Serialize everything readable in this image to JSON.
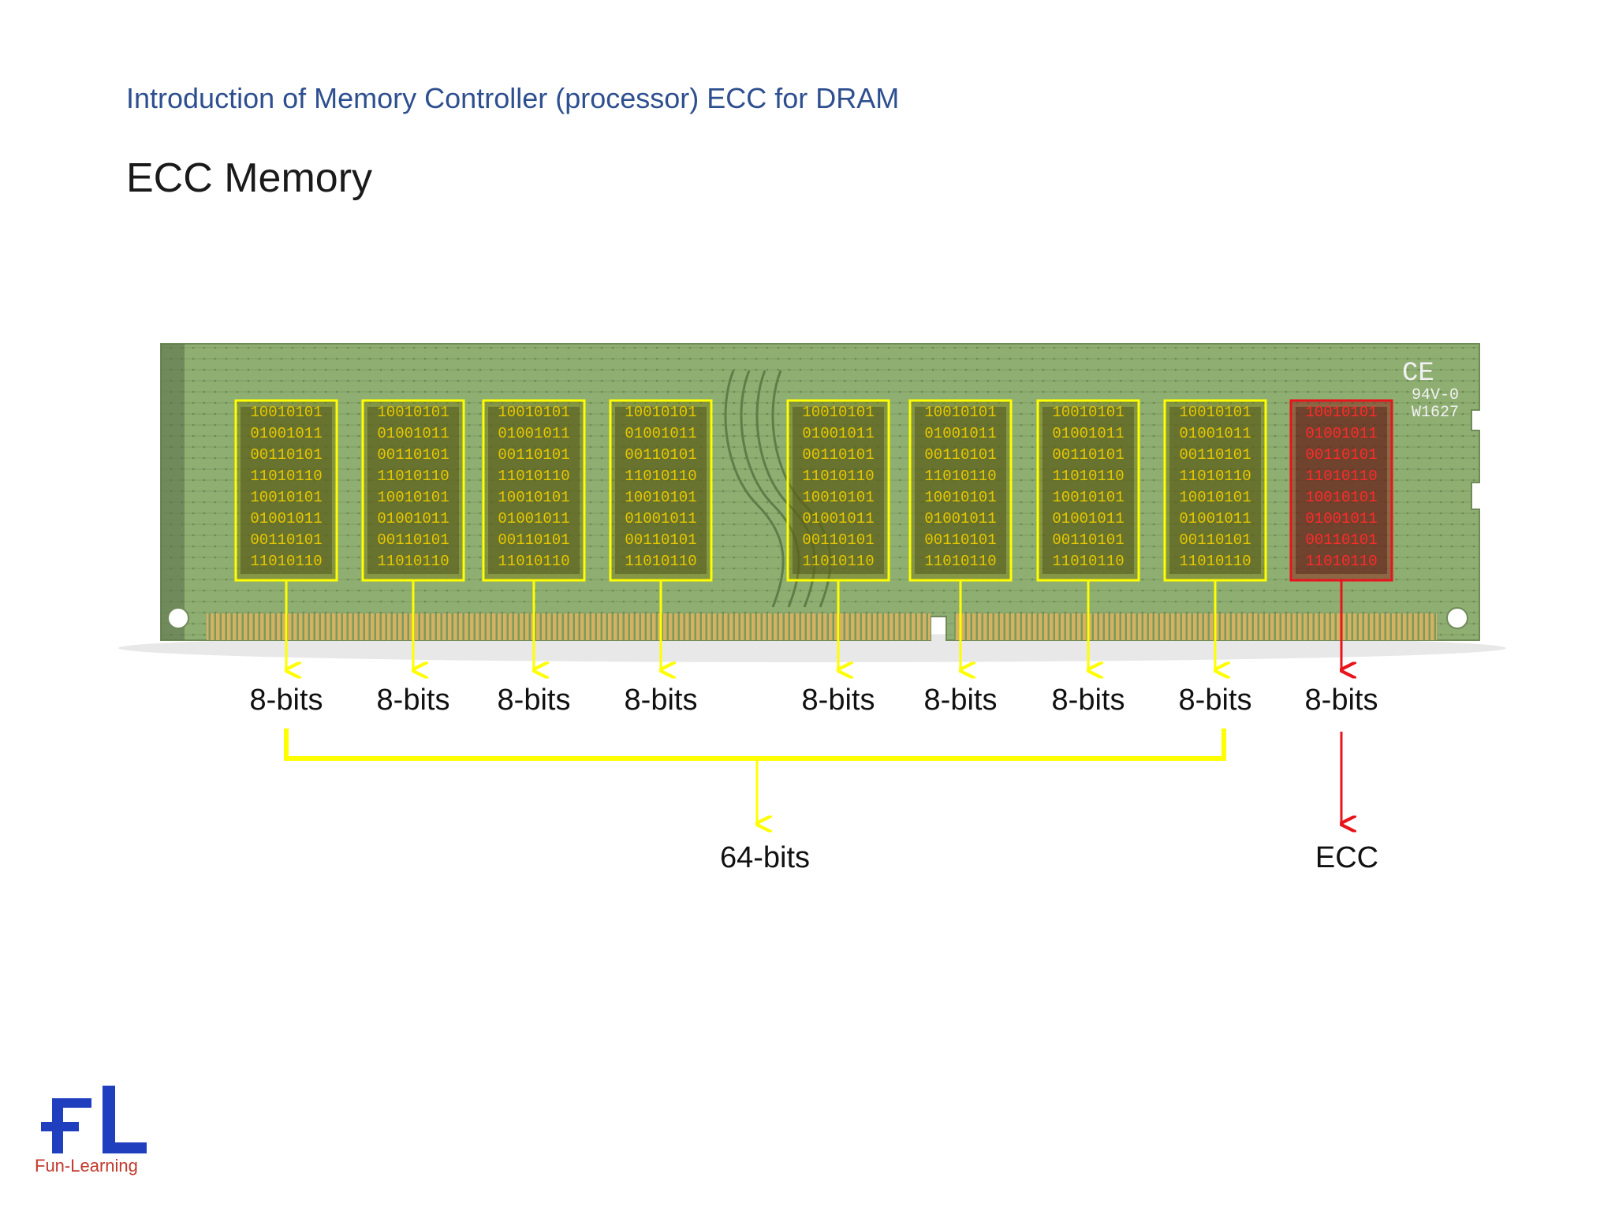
{
  "header": {
    "subtitle": "Introduction of Memory Controller (processor) ECC for DRAM",
    "title": "ECC Memory"
  },
  "module": {
    "chip_bits": [
      "10010101",
      "01001011",
      "00110101",
      "11010110",
      "10010101",
      "01001011",
      "00110101",
      "11010110"
    ],
    "board_markings": [
      "CE",
      "94V-0",
      "W1627"
    ],
    "chips": [
      {
        "label": "8-bits",
        "kind": "data"
      },
      {
        "label": "8-bits",
        "kind": "data"
      },
      {
        "label": "8-bits",
        "kind": "data"
      },
      {
        "label": "8-bits",
        "kind": "data"
      },
      {
        "label": "8-bits",
        "kind": "data"
      },
      {
        "label": "8-bits",
        "kind": "data"
      },
      {
        "label": "8-bits",
        "kind": "data"
      },
      {
        "label": "8-bits",
        "kind": "data"
      },
      {
        "label": "8-bits",
        "kind": "ecc"
      }
    ]
  },
  "summary": {
    "data_label": "64-bits",
    "ecc_label": "ECC"
  },
  "colors": {
    "data": "#ffff00",
    "ecc": "#e8141c",
    "board": "#8fae72",
    "subtitle": "#2e4f8f"
  },
  "logo": {
    "mark": "FL",
    "text": "Fun-Learning"
  }
}
